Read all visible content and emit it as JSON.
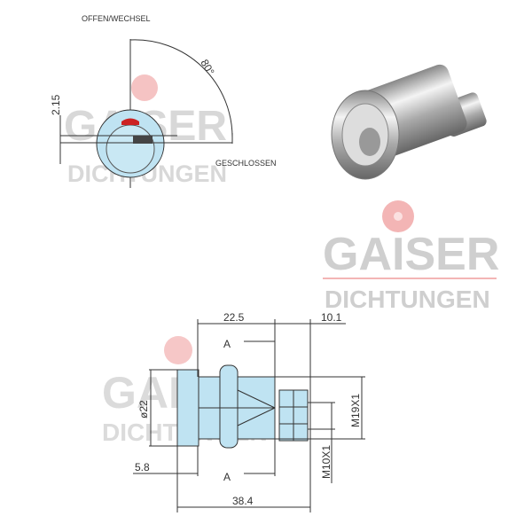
{
  "front_view": {
    "open_label": "OFFEN/WECHSEL",
    "closed_label": "GESCHLOSSEN",
    "angle": "80°",
    "offset": "2.15"
  },
  "watermark": {
    "brand": "GAISER",
    "sub": "DICHTUNGEN"
  },
  "side_view": {
    "dim_top_left": "22.5",
    "dim_top_right": "10.1",
    "dim_total": "38.4",
    "dim_flange": "5.8",
    "diameter": "ø22",
    "section_top": "A",
    "section_bottom": "A",
    "thread_large": "M19X1",
    "thread_small": "M10X1"
  },
  "colors": {
    "part_fill": "#bfe3f2",
    "indicator": "#cc2222",
    "watermark_red": "#f3b5b5"
  }
}
